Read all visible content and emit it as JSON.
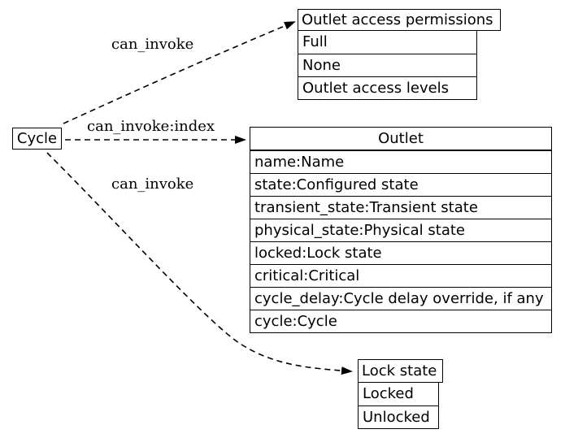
{
  "diagram": {
    "background_color": "#ffffff",
    "line_color": "#000000",
    "nodes": {
      "cycle": {
        "label": "Cycle"
      },
      "outlet_access_permissions": {
        "title": "Outlet access permissions",
        "rows": [
          "Full",
          "None",
          "Outlet access levels"
        ]
      },
      "outlet": {
        "title": "Outlet",
        "rows": [
          "name:Name",
          "state:Configured state",
          "transient_state:Transient state",
          "physical_state:Physical state",
          "locked:Lock state",
          "critical:Critical",
          "cycle_delay:Cycle delay override, if any",
          "cycle:Cycle"
        ]
      },
      "lock_state": {
        "title": "Lock state",
        "rows": [
          "Locked",
          "Unlocked"
        ]
      }
    },
    "edges": [
      {
        "from": "Cycle",
        "to": "Outlet access permissions",
        "label": "can_invoke",
        "style": "dashed"
      },
      {
        "from": "Cycle",
        "to": "Outlet",
        "label": "can_invoke:index",
        "style": "dashed"
      },
      {
        "from": "Cycle",
        "to": "Lock state",
        "label": "can_invoke",
        "style": "dashed"
      }
    ]
  }
}
